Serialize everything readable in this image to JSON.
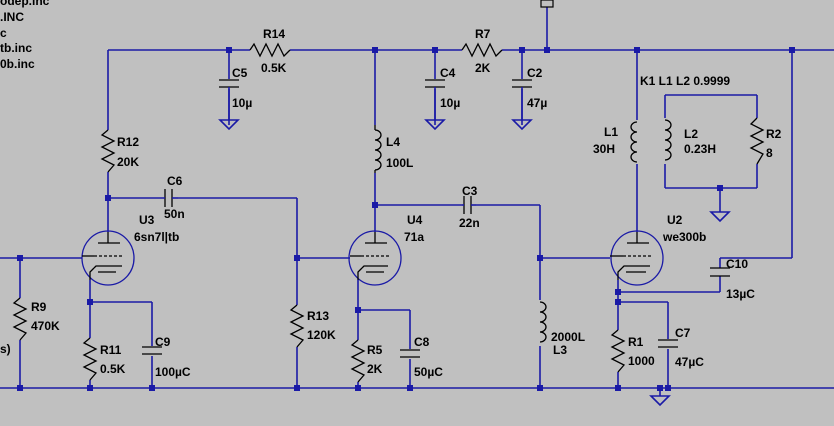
{
  "schematic": {
    "directives": [
      "odep.inc",
      ".INC",
      "c",
      "tb.inc",
      "0b.inc"
    ],
    "coupling_directive": "K1 L1 L2 0.9999",
    "components": [
      {
        "ref": "R14",
        "value": "0.5K"
      },
      {
        "ref": "R7",
        "value": "2K"
      },
      {
        "ref": "C5",
        "value": "10µ"
      },
      {
        "ref": "C4",
        "value": "10µ"
      },
      {
        "ref": "C2",
        "value": "47µ"
      },
      {
        "ref": "R12",
        "value": "20K"
      },
      {
        "ref": "L4",
        "value": "100L"
      },
      {
        "ref": "C6",
        "value": "50n"
      },
      {
        "ref": "C3",
        "value": "22n"
      },
      {
        "ref": "U3",
        "value": "6sn7l|tb"
      },
      {
        "ref": "U4",
        "value": "71a"
      },
      {
        "ref": "U2",
        "value": "we300b"
      },
      {
        "ref": "L1",
        "value": "30H"
      },
      {
        "ref": "L2",
        "value": "0.23H"
      },
      {
        "ref": "R2",
        "value": "8"
      },
      {
        "ref": "R9",
        "value": "470K"
      },
      {
        "ref": "R11",
        "value": "0.5K"
      },
      {
        "ref": "C9",
        "value": "100µC"
      },
      {
        "ref": "R13",
        "value": "120K"
      },
      {
        "ref": "R5",
        "value": "2K"
      },
      {
        "ref": "C8",
        "value": "50µC"
      },
      {
        "ref": "L3",
        "value": "2000L"
      },
      {
        "ref": "C10",
        "value": "13µC"
      },
      {
        "ref": "R1",
        "value": "1000"
      },
      {
        "ref": "C7",
        "value": "47µC"
      }
    ],
    "left_edge_fragment": "s)"
  }
}
